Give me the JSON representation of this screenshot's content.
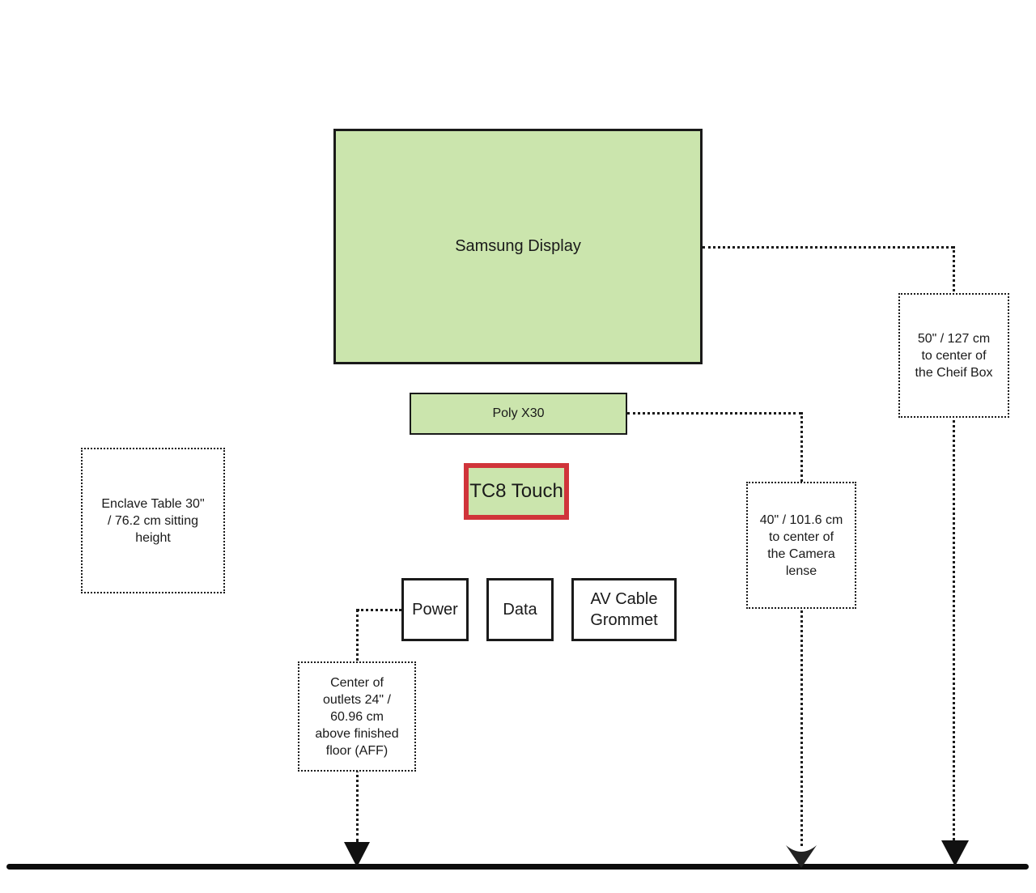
{
  "nodes": {
    "samsung_display": {
      "label": "Samsung Display"
    },
    "poly_x30": {
      "label": "Poly X30"
    },
    "tc8_touch": {
      "label": "TC8 Touch"
    },
    "power_outlet": {
      "label": "Power"
    },
    "data_outlet": {
      "label": "Data"
    },
    "av_cable_grommet": {
      "label": "AV Cable\nGrommet"
    },
    "enclave_table_note": {
      "label": "Enclave Table 30\"\n/ 76.2 cm sitting\nheight"
    },
    "chief_box_note": {
      "label": "50\" / 127 cm\nto center of\nthe Cheif Box"
    },
    "camera_lens_note": {
      "label": "40\" / 101.6 cm\nto center of\nthe Camera\nlense"
    },
    "outlets_note": {
      "label": "Center of\noutlets 24\" /\n60.96 cm\nabove finished\nfloor (AFF)"
    }
  },
  "colors": {
    "node_fill": "#cbe5ad",
    "node_border": "#1a1a1a",
    "highlight_border": "#d0343a",
    "connector": "#1a1a1a",
    "floor": "#0c0c0c"
  }
}
